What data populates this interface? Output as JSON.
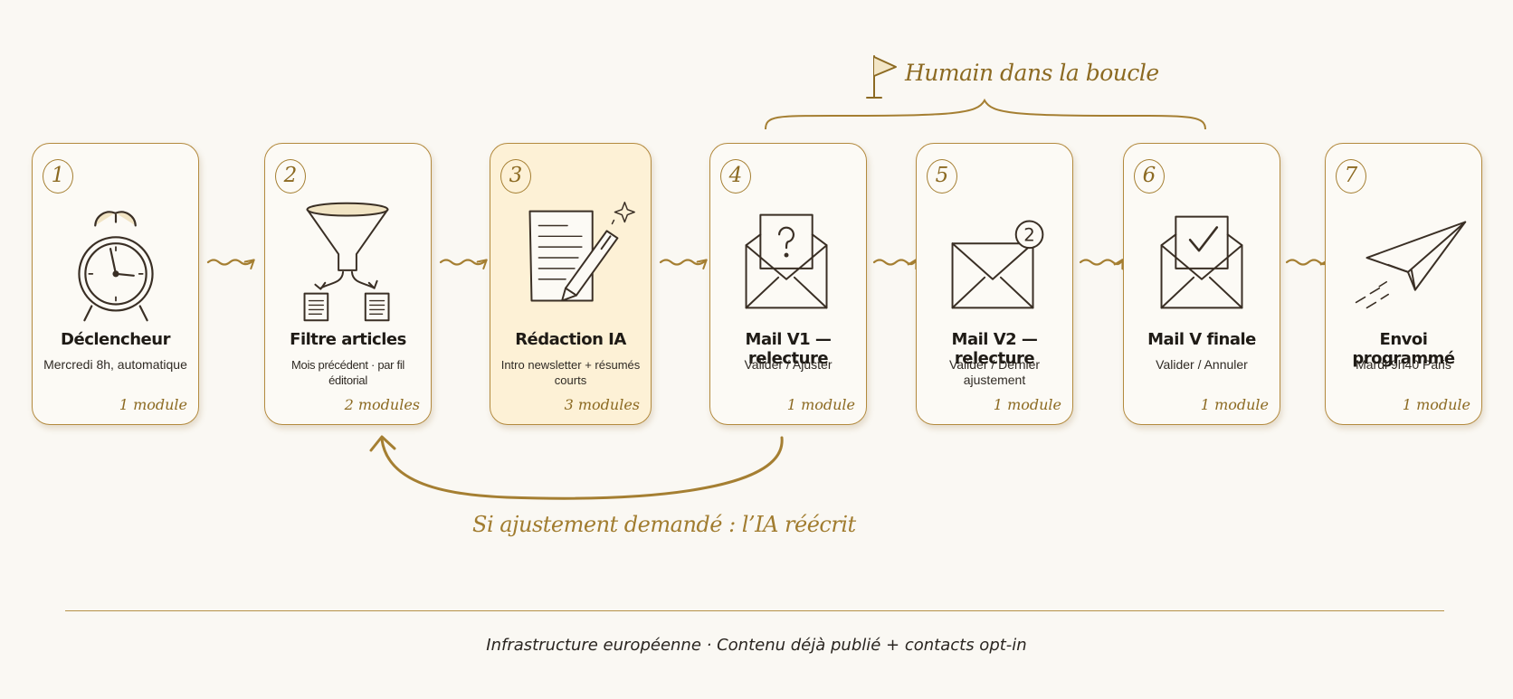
{
  "steps": [
    {
      "number": "1",
      "title": "Déclencheur",
      "subtitle": "Mercredi 8h, automatique",
      "modules": "1 module",
      "icon": "alarm-clock-icon"
    },
    {
      "number": "2",
      "title": "Filtre articles",
      "subtitle": "Mois précédent · par fil éditorial",
      "modules": "2 modules",
      "icon": "funnel-icon"
    },
    {
      "number": "3",
      "title": "Rédaction IA",
      "subtitle": "Intro newsletter + résumés courts",
      "modules": "3 modules",
      "icon": "document-pen-icon",
      "highlighted": true
    },
    {
      "number": "4",
      "title": "Mail V1 — relecture",
      "subtitle": "Valider / Ajuster",
      "modules": "1 module",
      "icon": "envelope-question-icon"
    },
    {
      "number": "5",
      "title": "Mail V2 — relecture",
      "subtitle": "Valider / Dernier ajustement",
      "modules": "1 module",
      "icon": "envelope-two-icon",
      "badge": "2"
    },
    {
      "number": "6",
      "title": "Mail V finale",
      "subtitle": "Valider / Annuler",
      "modules": "1 module",
      "icon": "envelope-check-icon"
    },
    {
      "number": "7",
      "title": "Envoi programmé",
      "subtitle": "Mardi 9h40 Paris",
      "modules": "1 module",
      "icon": "paper-plane-icon"
    }
  ],
  "human_in_loop": {
    "label": "Humain dans la boucle",
    "icon": "flag-icon"
  },
  "feedback_loop": {
    "label": "Si ajustement demandé : l’IA réécrit"
  },
  "footer": {
    "text": "Infrastructure européenne · Contenu déjà publié + contacts opt-in"
  },
  "colors": {
    "accent": "#a57f32",
    "card_border": "#b38a3e",
    "highlight_bg": "#fdf1d6",
    "background": "#faf8f3"
  }
}
